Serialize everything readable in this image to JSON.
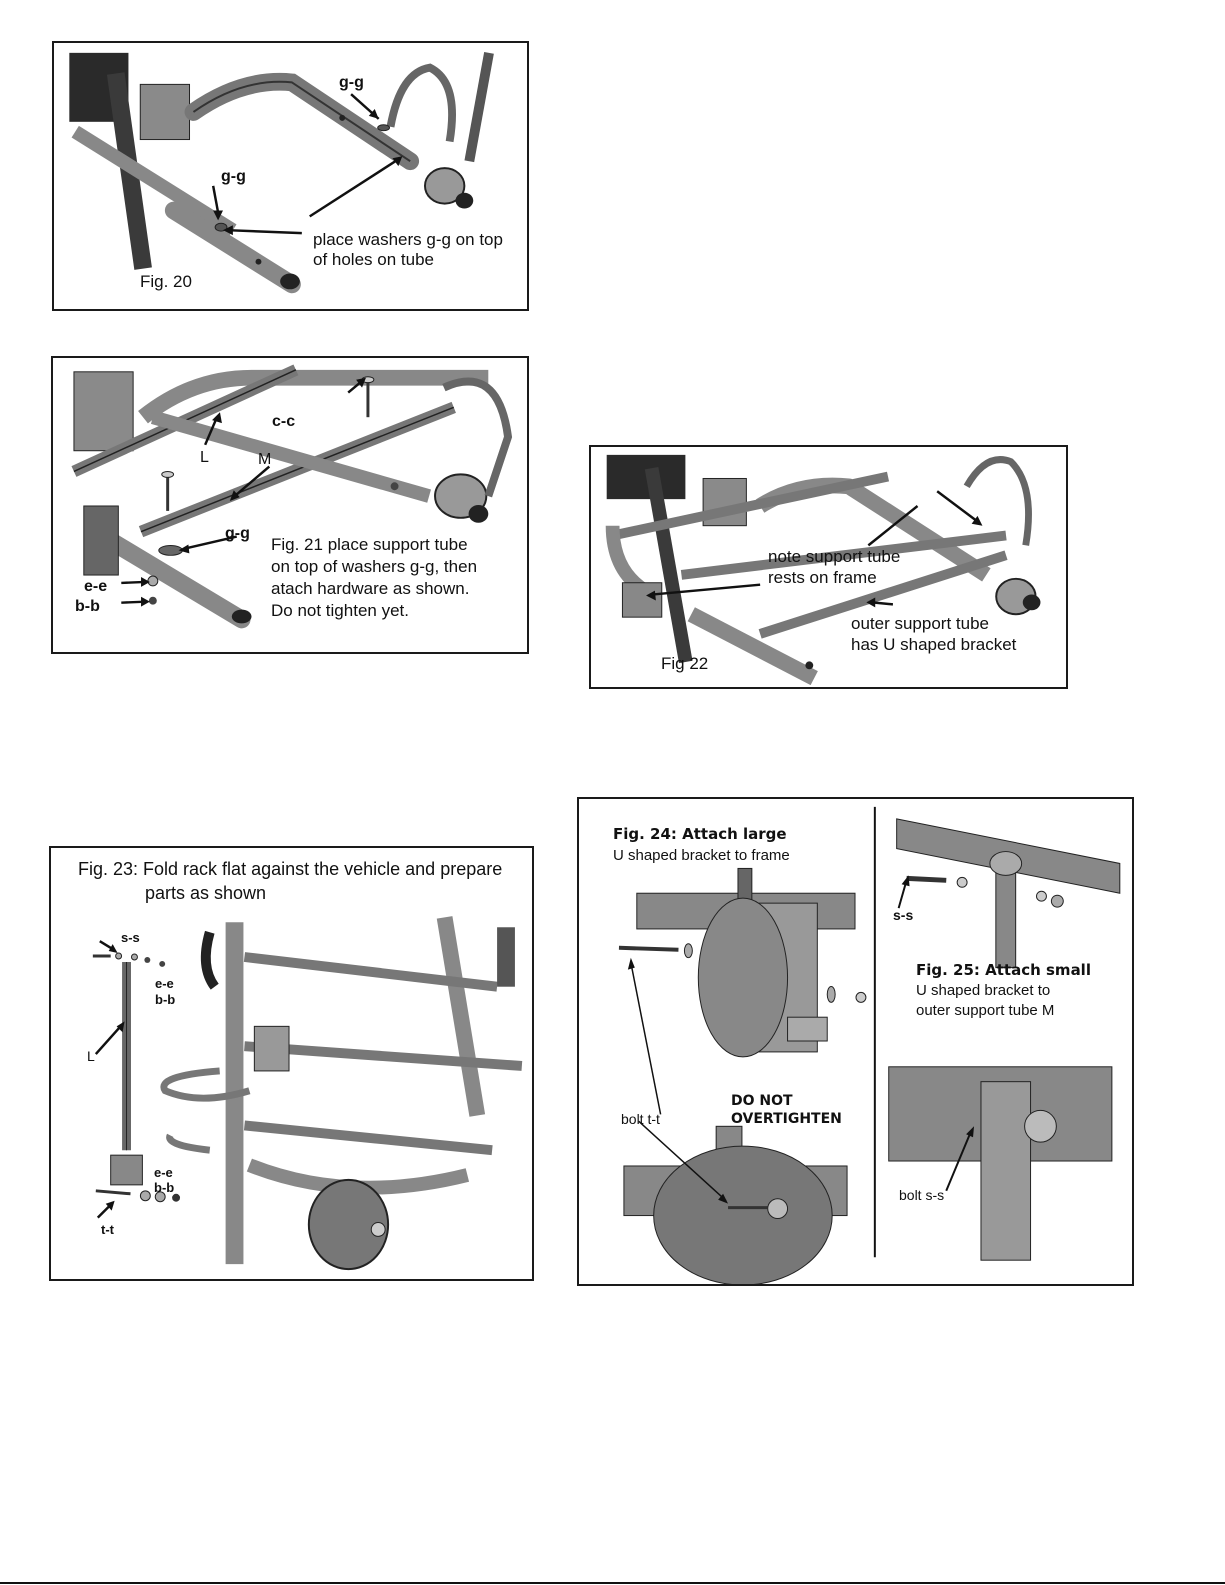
{
  "fig20": {
    "caption": "Fig. 20",
    "label_gg_top": "g-g",
    "label_gg_left": "g-g",
    "note_line1": "place washers g-g on top",
    "note_line2": "of holes on tube"
  },
  "fig21": {
    "label_cc": "c-c",
    "label_L": "L",
    "label_M": "M",
    "label_gg": "g-g",
    "label_ee": "e-e",
    "label_bb": "b-b",
    "note_line1": "Fig. 21   place support tube",
    "note_line2": "on top of washers g-g, then",
    "note_line3": "atach hardware as shown.",
    "note_line4": "Do not tighten yet."
  },
  "fig22": {
    "caption": "Fig 22",
    "note1_line1": "note support tube",
    "note1_line2": "rests on frame",
    "note2_line1": "outer support tube",
    "note2_line2": "has U shaped bracket"
  },
  "fig23": {
    "title_line1": "Fig. 23: Fold rack flat against the vehicle and prepare",
    "title_line2": "parts as shown",
    "label_ss": "s-s",
    "label_ee_top": "e-e",
    "label_bb_top": "b-b",
    "label_L": "L",
    "label_ee_bottom": "e-e",
    "label_bb_bottom": "b-b",
    "label_tt": "t-t"
  },
  "fig24": {
    "caption_line1": "Fig. 24: Attach large",
    "caption_line2": "U shaped bracket to frame",
    "label_bolt_tt": "bolt t-t",
    "warning_line1": "DO NOT",
    "warning_line2": "OVERTIGHTEN"
  },
  "fig25": {
    "label_ss": "s-s",
    "caption_line1": "Fig. 25:  Attach small",
    "caption_line2": "U shaped bracket to",
    "caption_line3": "outer support tube M",
    "label_bolt_ss": "bolt s-s"
  }
}
